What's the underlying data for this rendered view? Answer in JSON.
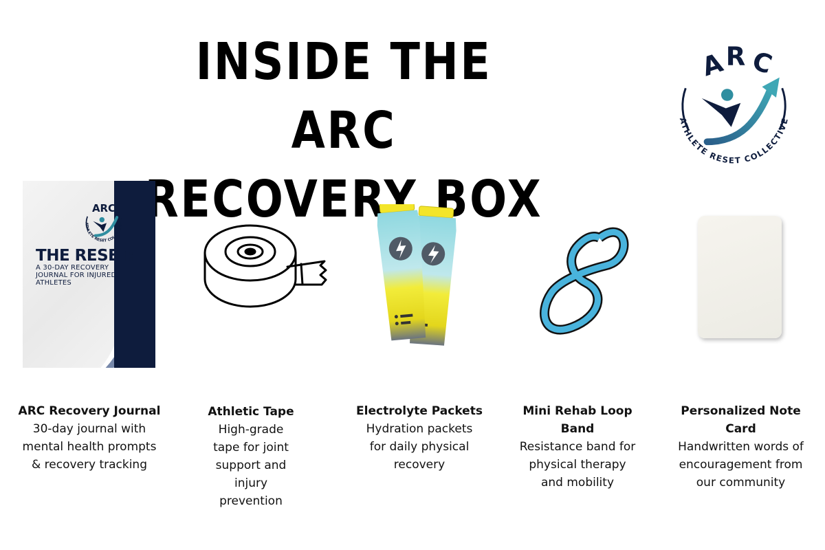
{
  "title": {
    "line1": "INSIDE THE ARC",
    "line2": "RECOVERY BOX"
  },
  "logo": {
    "letters": "ARC",
    "ring_text": "ATHLETE RESET COLLECTIVE",
    "colors": {
      "navy": "#0e1c3d",
      "teal": "#2f8ea0"
    }
  },
  "journal_cover": {
    "logo_letters": "ARC",
    "logo_ring_text": "ATHLETE RESET COLLECTIVE",
    "title": "THE RESET:",
    "subtitle": "A 30-DAY RECOVERY JOURNAL FOR INJURED ATHLETES"
  },
  "items": [
    {
      "name": "ARC Recovery Journal",
      "description": [
        "30-day journal with",
        "mental health prompts",
        "& recovery tracking"
      ],
      "icon": "journal-cover"
    },
    {
      "name": "Athletic Tape",
      "description": [
        "High-grade",
        "tape for joint",
        "support and",
        "injury",
        "prevention"
      ],
      "icon": "tape-roll-icon"
    },
    {
      "name": "Electrolyte Packets",
      "description": [
        "Hydration packets",
        "for daily physical",
        "recovery"
      ],
      "icon": "electrolyte-packet-icon"
    },
    {
      "name_lines": [
        "Mini Rehab Loop",
        "Band"
      ],
      "description": [
        "Resistance band for",
        "physical therapy",
        "and mobility"
      ],
      "icon": "loop-band-icon"
    },
    {
      "name_lines": [
        "Personalized Note",
        "Card"
      ],
      "description": [
        "Handwritten words of",
        "encouragement from",
        "our community"
      ],
      "icon": "note-card"
    }
  ]
}
